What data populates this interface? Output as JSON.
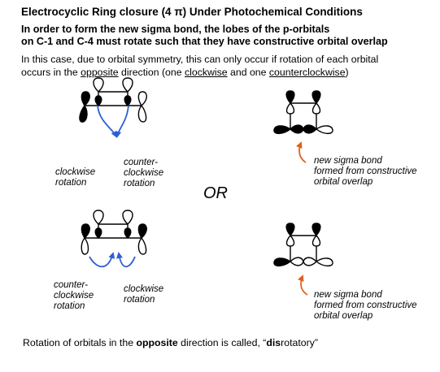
{
  "title": "Electrocyclic Ring closure (4 π) Under Photochemical Conditions",
  "bold_line1": "In order to form the new sigma bond, the lobes of the p-orbitals",
  "bold_line2": "on C-1 and C-4 must rotate such that they have constructive orbital overlap",
  "note_line1": "In this case, due to orbital symmetry, this can only occur if rotation of each orbital",
  "note2": {
    "a": "occurs in the ",
    "b": "opposite",
    "c": " direction (one ",
    "d": "clockwise",
    "e": " and one ",
    "f": "counterclockwise",
    "g": ")"
  },
  "top_left": {
    "left_label": [
      "clockwise",
      "rotation"
    ],
    "right_label": [
      "counter-",
      "clockwise",
      "rotation"
    ]
  },
  "top_right_label": [
    "new sigma bond",
    "formed from constructive",
    "orbital overlap"
  ],
  "or_label": "OR",
  "bottom_left": {
    "left_label": [
      "counter-",
      "clockwise",
      "rotation"
    ],
    "right_label": [
      "clockwise",
      "rotation"
    ]
  },
  "bottom_right_label": [
    "new sigma bond",
    "formed from constructive",
    "orbital overlap"
  ],
  "footer": {
    "a": "Rotation of orbitals in the ",
    "b": "opposite",
    "c": " direction is called, “",
    "d": "dis",
    "e": "rotatory”"
  },
  "colors": {
    "arrow_blue": "#2d5fd4",
    "arrow_orange": "#e0601c"
  }
}
